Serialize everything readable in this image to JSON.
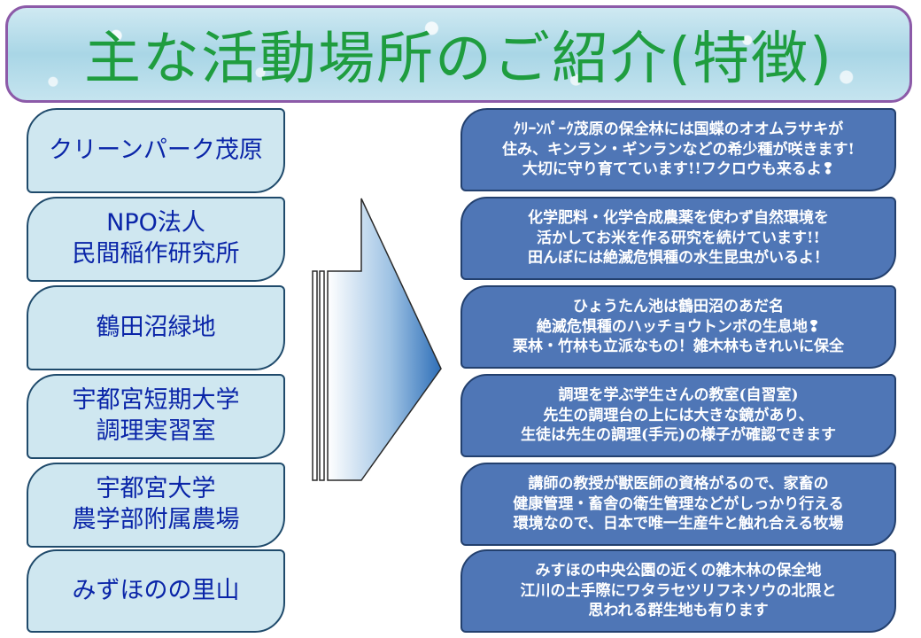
{
  "title": "主な活動場所のご紹介(特徴)",
  "places": [
    "クリーンパーク茂原",
    "NPO法人\n民間稲作研究所",
    "鶴田沼緑地",
    "宇都宮短期大学\n調理実習室",
    "宇都宮大学\n農学部附属農場",
    "みずほのの里山"
  ],
  "descriptions": [
    "ｸﾘｰﾝﾊﾟｰｸ茂原の保全林には国蝶のオオムラサキが\n住み、キンラン・ギンランなどの希少種が咲きます!\n大切に守り育てています!!フクロウも来るよ❢",
    "化学肥料・化学合成農薬を使わず自然環境を\n活かしてお米を作る研究を続けています!!\n田んぼには絶滅危惧種の水生昆虫がいるよ！",
    "ひょうたん池は鶴田沼のあだ名\n絶滅危惧種のハッチョウトンボの生息地❢\n栗林・竹林も立派なもの！雑木林もきれいに保全",
    "調理を学ぶ学生さんの教室(自習室)\n先生の調理台の上には大きな鏡があり、\n生徒は先生の調理(手元)の様子が確認できます",
    "講師の教授が獣医師の資格がるので、家畜の\n健康管理・畜舎の衛生管理などがしっかり行える\n環境なので、日本で唯一生産牛と触れ合える牧場",
    "みすほの中央公園の近くの雑木林の保全地\n江川の土手際にワタラセツリフネソウの北限と\n思われる群生地も有ります"
  ],
  "colors": {
    "title_text": "#1f9d3f",
    "banner_border": "#8c5aa8",
    "place_bg": "#cfe7f0",
    "place_text": "#0a25a8",
    "desc_bg": "#4f76b6"
  },
  "icons": [
    "right-arrow-icon"
  ]
}
